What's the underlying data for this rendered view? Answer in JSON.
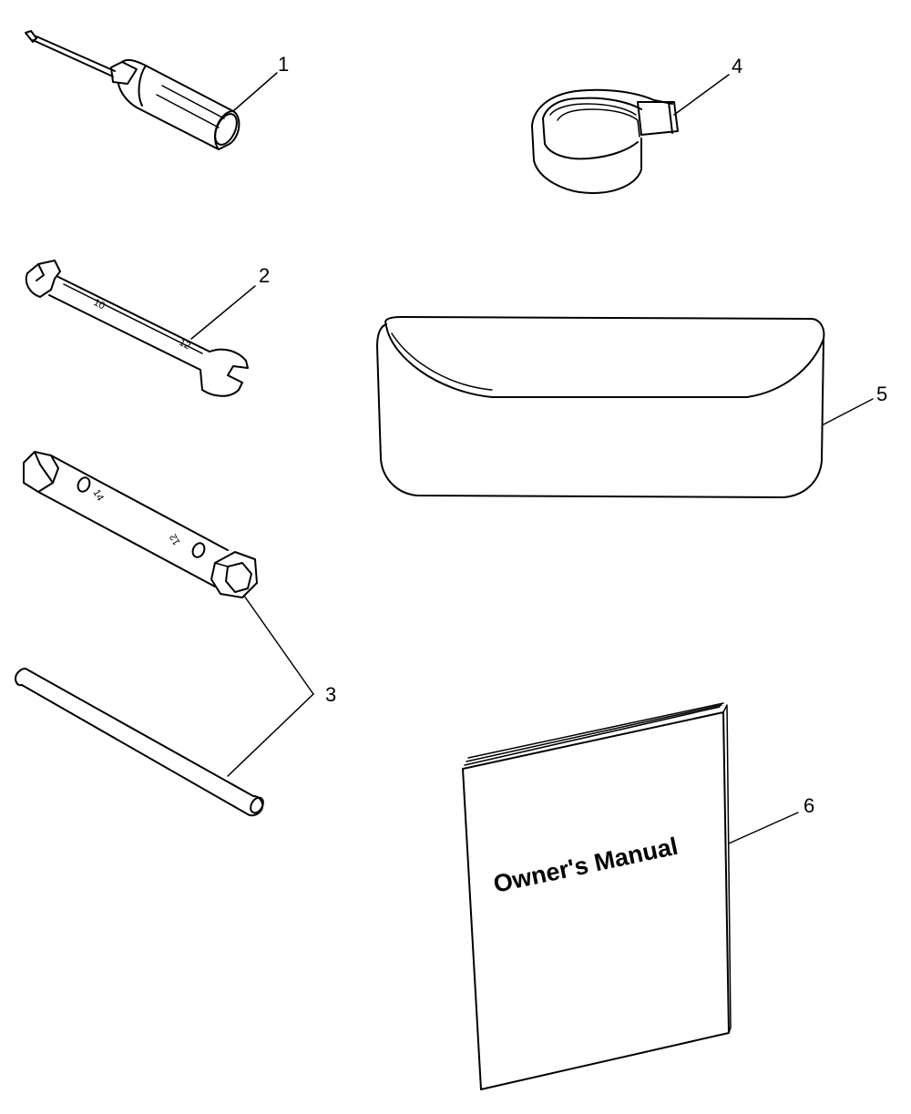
{
  "callouts": {
    "c1": "1",
    "c2": "2",
    "c3": "3",
    "c4": "4",
    "c5": "5",
    "c6": "6"
  },
  "wrench_marks": {
    "end_a": "10",
    "end_b": "12"
  },
  "socket_marks": {
    "end_a": "14",
    "end_b": "12"
  },
  "manual": {
    "title": "Owner's Manual"
  }
}
